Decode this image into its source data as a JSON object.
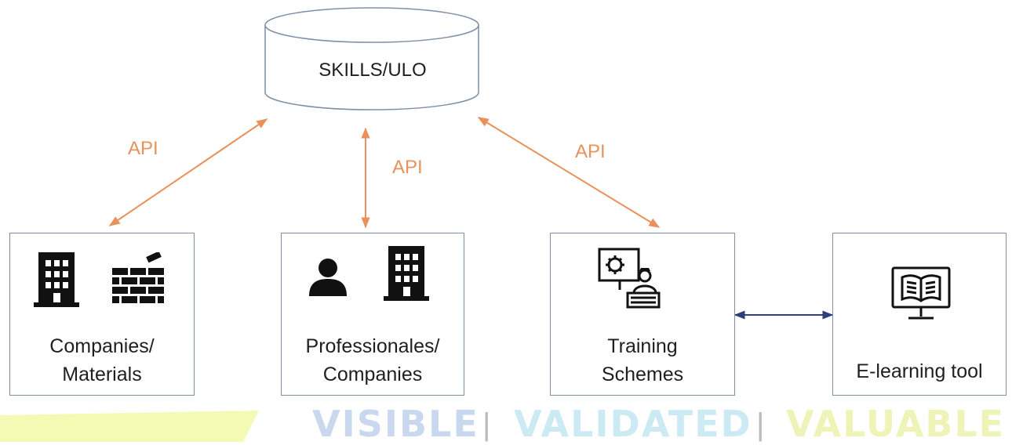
{
  "database": {
    "label": "SKILLS/ULO"
  },
  "api_labels": [
    "API",
    "API",
    "API"
  ],
  "nodes": [
    {
      "label": "Companies/\nMaterials",
      "icons": [
        "building-icon",
        "brick-wall-icon"
      ]
    },
    {
      "label": "Professionales/\nCompanies",
      "icons": [
        "person-icon",
        "building-icon"
      ]
    },
    {
      "label": "Training\nSchemes",
      "icons": [
        "presenter-training-icon"
      ]
    },
    {
      "label": "E-learning tool",
      "icons": [
        "monitor-book-icon"
      ]
    }
  ],
  "banner": {
    "words": [
      "VISIBLE",
      "VALIDATED",
      "VALUABLE"
    ],
    "separator": "|"
  },
  "colors": {
    "api_arrow": "#e8915a",
    "node_border": "#7f8fa6",
    "link_arrow": "#2e3f7a",
    "banner_visible": "#c9d8ee",
    "banner_validated": "#cbeaf4",
    "banner_valuable": "#eef4b8",
    "banner_band": "#f1f7a8"
  }
}
